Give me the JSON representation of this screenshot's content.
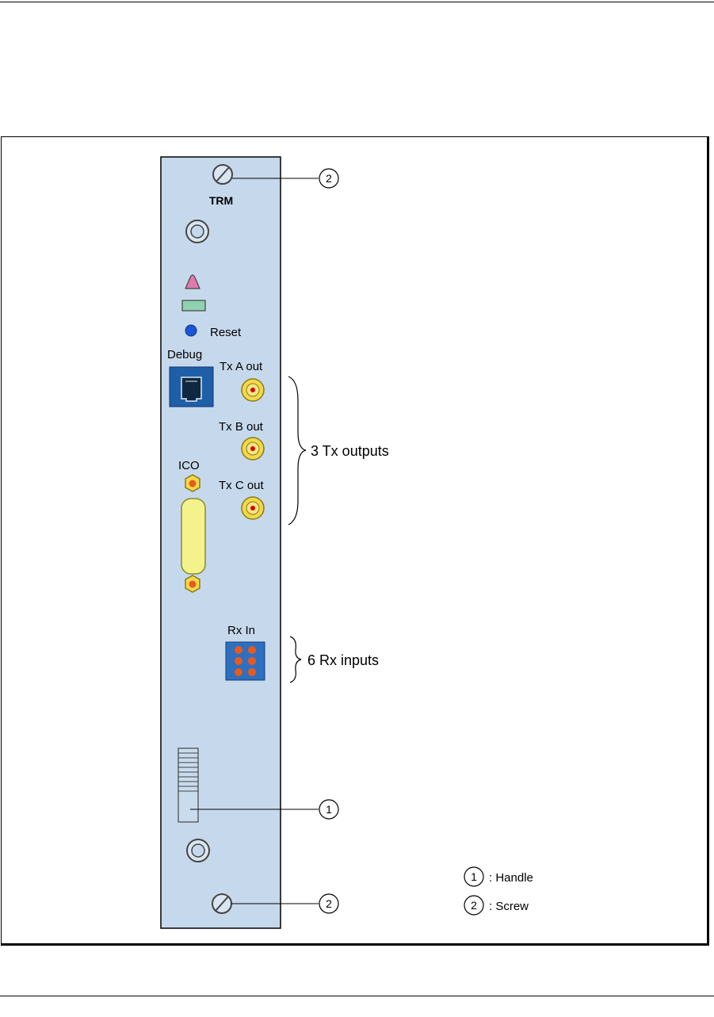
{
  "board": {
    "title": "TRM",
    "reset_label": "Reset",
    "debug_label": "Debug",
    "tx_a_label": "Tx A out",
    "tx_b_label": "Tx B out",
    "tx_c_label": "Tx C out",
    "ico_label": "ICO",
    "rx_label": "Rx In"
  },
  "callouts": {
    "tx_group": "3 Tx outputs",
    "rx_group": "6 Rx inputs",
    "num_1": "1",
    "num_2": "2"
  },
  "legend": [
    {
      "num": "1",
      "text": ": Handle"
    },
    {
      "num": "2",
      "text": ": Screw"
    }
  ],
  "colors": {
    "panel": "#c6d9ec",
    "alarm_led": "#e07ab0",
    "status_led": "#8fd1b0",
    "reset_button": "#1a56d6",
    "debug_port": "#1e5fa8",
    "sma_body": "#f2d94a",
    "sma_center": "#d40000",
    "dsub": "#f4f28a",
    "rx_block": "#2f6fc0",
    "rx_pin": "#e85a1c"
  }
}
